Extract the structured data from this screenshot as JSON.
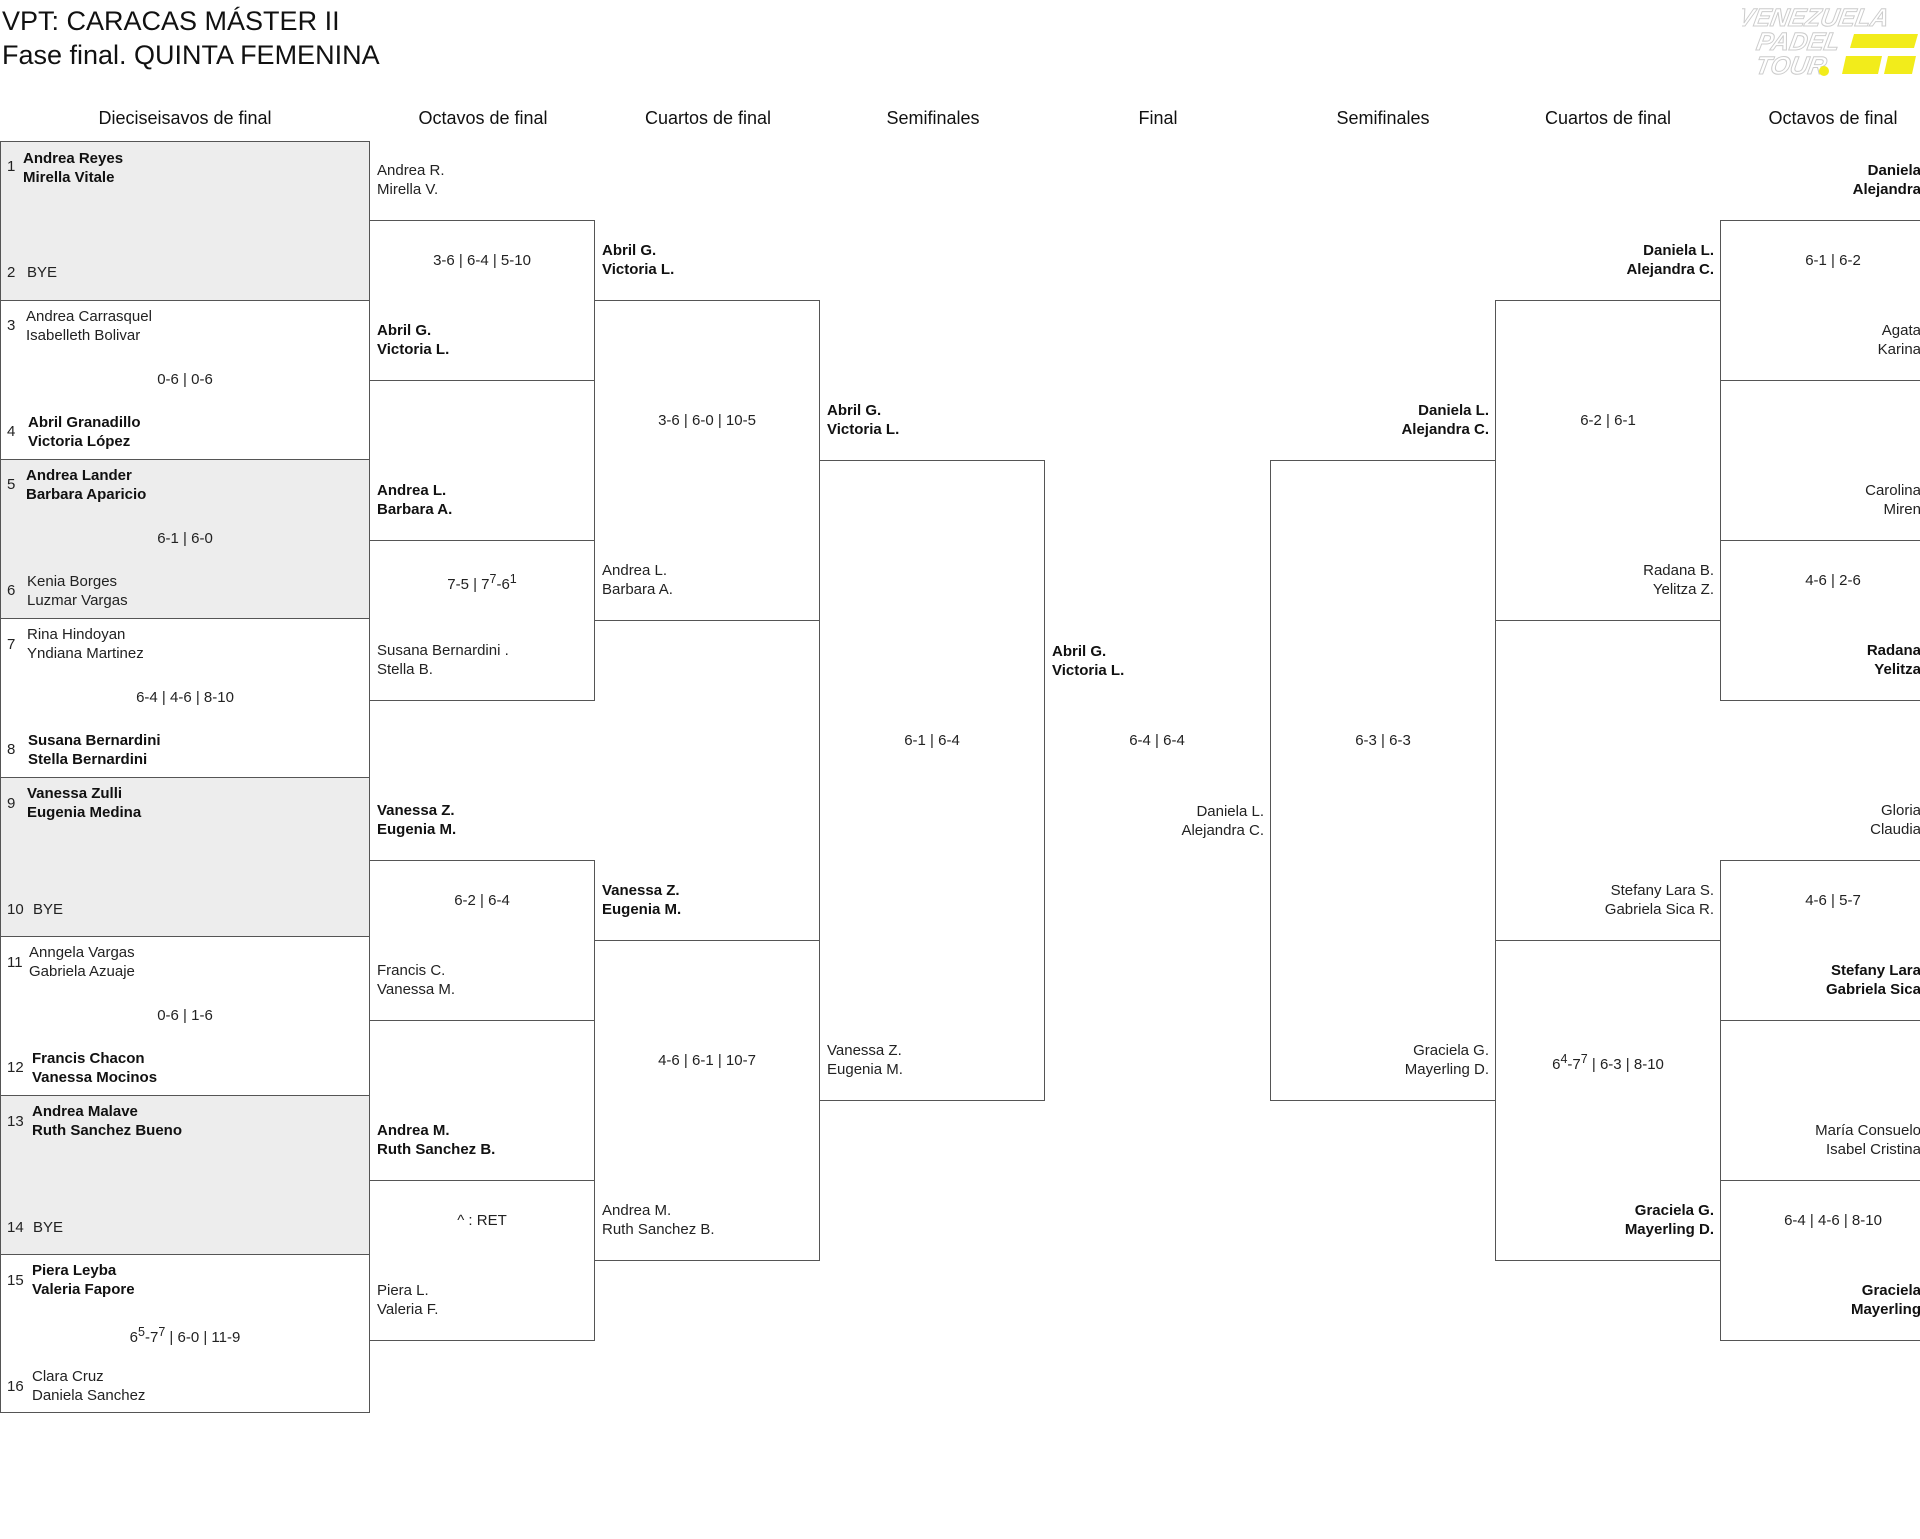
{
  "title": {
    "line1": "VPT: CARACAS MÁSTER II",
    "line2": "Fase final. QUINTA FEMENINA"
  },
  "logo": {
    "line1": "VENEZUELA",
    "line2": "PADEL",
    "line3": "TOUR",
    "accent": "#f2ec1b"
  },
  "headers": {
    "r32": "Dieciseisavos de final",
    "r16": "Octavos de final",
    "qf": "Cuartos de final",
    "sf": "Semifinales",
    "final": "Final",
    "sf_r": "Semifinales",
    "qf_r": "Cuartos de final",
    "r16_r": "Octavos de final"
  },
  "r32": [
    {
      "seed_a": "1",
      "a1": "Andrea Reyes",
      "a2": "Mirella Vitale",
      "seed_b": "2",
      "b1": "BYE",
      "b2": "",
      "score": ""
    },
    {
      "seed_a": "3",
      "a1": "Andrea Carrasquel",
      "a2": "Isabelleth Bolivar",
      "seed_b": "4",
      "b1": "Abril Granadillo",
      "b2": "Victoria López",
      "score": "0-6 | 0-6"
    },
    {
      "seed_a": "5",
      "a1": "Andrea Lander",
      "a2": "Barbara Aparicio",
      "seed_b": "6",
      "b1": "Kenia Borges",
      "b2": "Luzmar Vargas",
      "score": "6-1 | 6-0"
    },
    {
      "seed_a": "7",
      "a1": "Rina Hindoyan",
      "a2": "Yndiana Martinez",
      "seed_b": "8",
      "b1": "Susana Bernardini",
      "b2": "Stella Bernardini",
      "score": "6-4 | 4-6 | 8-10"
    },
    {
      "seed_a": "9",
      "a1": "Vanessa Zulli",
      "a2": "Eugenia Medina",
      "seed_b": "10",
      "b1": "BYE",
      "b2": "",
      "score": ""
    },
    {
      "seed_a": "11",
      "a1": "Anngela Vargas",
      "a2": "Gabriela Azuaje",
      "seed_b": "12",
      "b1": "Francis Chacon",
      "b2": "Vanessa Mocinos",
      "score": "0-6 | 1-6"
    },
    {
      "seed_a": "13",
      "a1": "Andrea Malave",
      "a2": "Ruth Sanchez Bueno",
      "seed_b": "14",
      "b1": "BYE",
      "b2": "",
      "score": ""
    },
    {
      "seed_a": "15",
      "a1": "Piera Leyba",
      "a2": "Valeria Fapore",
      "seed_b": "16",
      "b1": "Clara Cruz",
      "b2": "Daniela Sanchez",
      "score_main": "6",
      "score_sup1": "5",
      "score_mid": "-7",
      "score_sup2": "7",
      "score_tail": " | 6-0 | 11-9"
    }
  ],
  "r16_left": [
    {
      "a1": "Andrea R.",
      "a2": "Mirella V.",
      "b1": "Abril G.",
      "b2": "Victoria L.",
      "score": "3-6 | 6-4 | 5-10"
    },
    {
      "a1": "Andrea L.",
      "a2": "Barbara A.",
      "b1": "Susana Bernardini .",
      "b2": "Stella B.",
      "score_main": "7-5 | 7",
      "score_sup1": "7",
      "score_mid": "-6",
      "score_sup2": "1"
    },
    {
      "a1": "Vanessa Z.",
      "a2": "Eugenia M.",
      "b1": "Francis C.",
      "b2": "Vanessa M.",
      "score": "6-2 | 6-4"
    },
    {
      "a1": "Andrea M.",
      "a2": "Ruth Sanchez B.",
      "b1": "Piera L.",
      "b2": "Valeria F.",
      "score": "^ : RET"
    }
  ],
  "qf_left": [
    {
      "a1": "Abril G.",
      "a2": "Victoria L.",
      "b1": "Andrea L.",
      "b2": "Barbara A.",
      "score": "3-6 | 6-0 | 10-5"
    },
    {
      "a1": "Vanessa Z.",
      "a2": "Eugenia M.",
      "b1": "Andrea M.",
      "b2": "Ruth Sanchez B.",
      "score": "4-6 | 6-1 | 10-7"
    }
  ],
  "sf_left": {
    "a1": "Abril G.",
    "a2": "Victoria L.",
    "b1": "Vanessa Z.",
    "b2": "Eugenia M.",
    "score": "6-1 | 6-4"
  },
  "final": {
    "a1": "Abril G.",
    "a2": "Victoria L.",
    "b1": "Daniela L.",
    "b2": "Alejandra C.",
    "score": "6-4 | 6-4"
  },
  "sf_right": {
    "a1": "Daniela L.",
    "a2": "Alejandra C.",
    "b1": "Graciela G.",
    "b2": "Mayerling D.",
    "score": "6-3 | 6-3"
  },
  "qf_right": [
    {
      "a1": "Daniela L.",
      "a2": "Alejandra C.",
      "b1": "Radana B.",
      "b2": "Yelitza Z.",
      "score": "6-2 | 6-1"
    },
    {
      "a1": "Stefany Lara S.",
      "a2": "Gabriela Sica R.",
      "b1": "Graciela G.",
      "b2": "Mayerling D.",
      "score_main": "6",
      "score_sup1": "4",
      "score_mid": "-7",
      "score_sup2": "7",
      "score_tail": " | 6-3 | 8-10"
    }
  ],
  "r16_right": [
    {
      "a1": "Daniela",
      "a2": "Alejandra",
      "b1": "Agata",
      "b2": "Karina",
      "score": "6-1 | 6-2"
    },
    {
      "a1": "Carolina",
      "a2": "Miren",
      "b1": "Radana",
      "b2": "Yelitza",
      "score": "4-6 | 2-6"
    },
    {
      "a1": "Gloria",
      "a2": "Claudia",
      "b1": "Stefany Lara",
      "b2": "Gabriela Sica",
      "score": "4-6 | 5-7"
    },
    {
      "a1": "María Consuelo",
      "a2": "Isabel Cristina",
      "b1": "Graciela",
      "b2": "Mayerling",
      "score": "6-4 | 4-6 | 8-10"
    }
  ]
}
